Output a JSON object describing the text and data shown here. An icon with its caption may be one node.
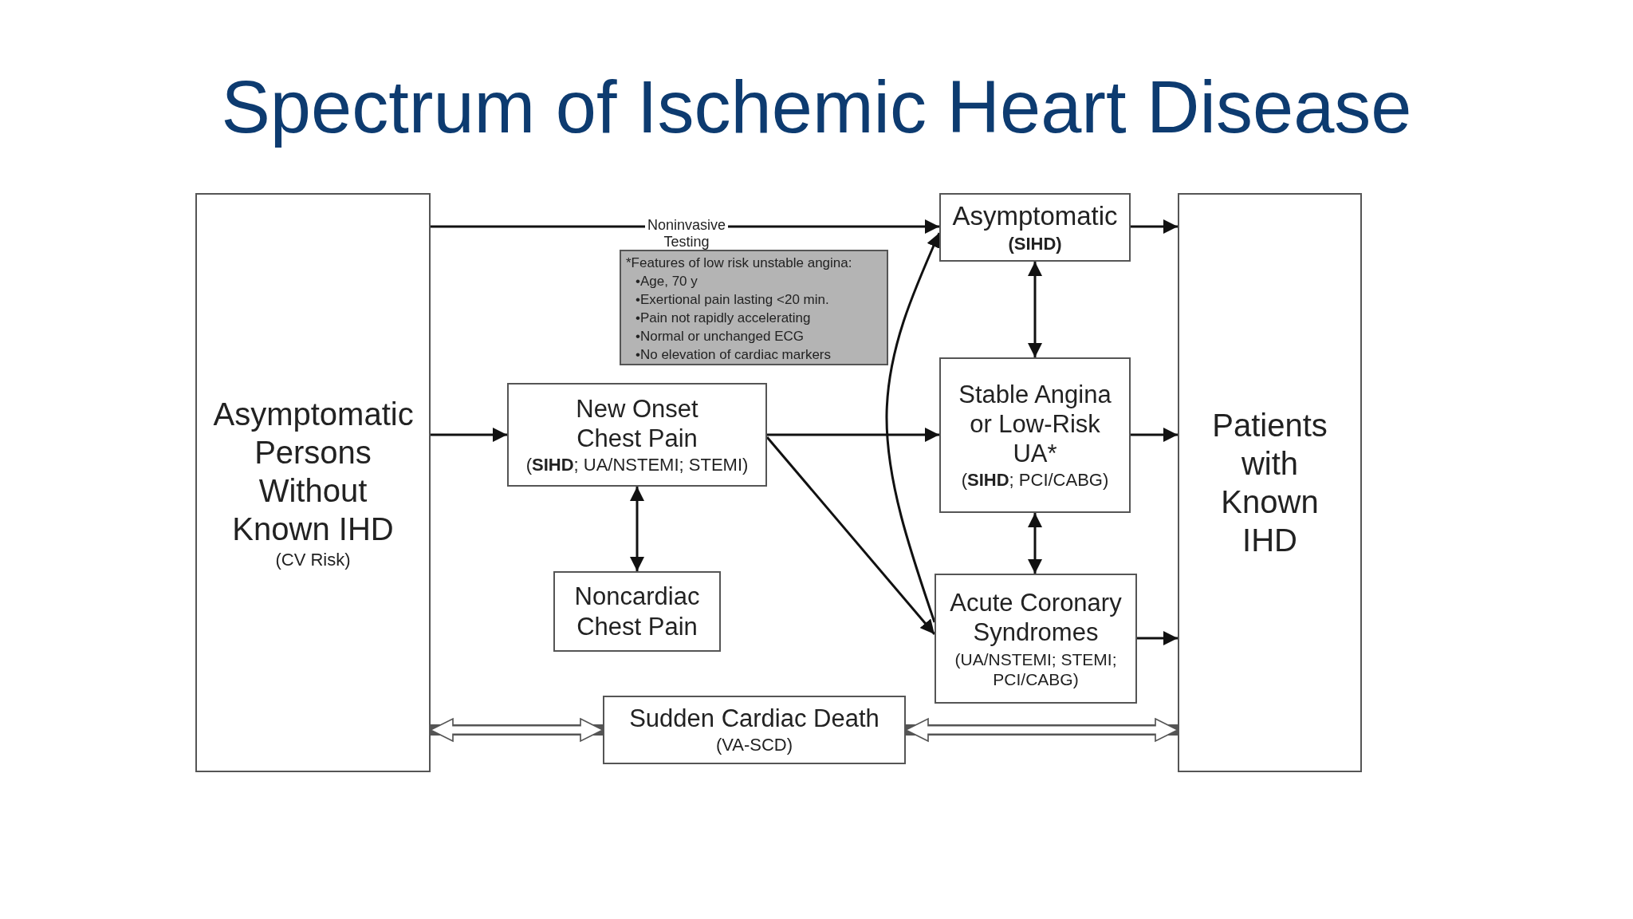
{
  "diagram": {
    "title": "Spectrum of Ischemic Heart Disease",
    "nodes": [
      {
        "text": [
          "Asymptomatic Persons Without Known IHD",
          "(CV Risk)"
        ]
      },
      {
        "text": [
          "Asymptomatic",
          "(SIHD)"
        ]
      },
      {
        "text": [
          "*Features of low risk unstable angina:",
          "•Age, 70 y",
          "•Exertional pain lasting <20 min.",
          "•Pain not rapidly accelerating",
          "•Normal or unchanged ECG",
          "•No elevation of cardiac markers"
        ]
      },
      {
        "text": [
          "New Onset Chest Pain",
          "(**SIHD**; UA/NSTEMI; STEMI)"
        ]
      },
      {
        "text": [
          "Stable Angina or Low-Risk UA*",
          "(**SIHD**; PCI/CABG)"
        ]
      },
      {
        "text": [
          "Patients with Known IHD"
        ]
      },
      {
        "text": [
          "Noncardiac Chest Pain"
        ]
      },
      {
        "text": [
          "Acute Coronary Syndromes",
          "(UA/NSTEMI; STEMI; PCI/CABG)"
        ]
      },
      {
        "text": [
          "Sudden Cardiac Death",
          "(VA-SCD)"
        ]
      }
    ],
    "edges": [
      {
        "from": 0,
        "to": 1,
        "arrow": "to",
        "label": "Noninvasive Testing"
      },
      {
        "from": 0,
        "to": 3,
        "arrow": "to"
      },
      {
        "from": 3,
        "to": 4,
        "arrow": "to"
      },
      {
        "from": 3,
        "to": 7,
        "arrow": "to"
      },
      {
        "from": 3,
        "to": 6,
        "arrow": "both"
      },
      {
        "from": 1,
        "to": 4,
        "arrow": "both"
      },
      {
        "from": 4,
        "to": 7,
        "arrow": "both"
      },
      {
        "from": 7,
        "to": 1,
        "arrow": "to"
      },
      {
        "from": 1,
        "to": 5,
        "arrow": "to"
      },
      {
        "from": 4,
        "to": 5,
        "arrow": "to"
      },
      {
        "from": 7,
        "to": 5,
        "arrow": "to"
      },
      {
        "from": 0,
        "to": 8,
        "arrow": "both",
        "style": "thick"
      },
      {
        "from": 8,
        "to": 5,
        "arrow": "both",
        "style": "thick"
      }
    ]
  }
}
